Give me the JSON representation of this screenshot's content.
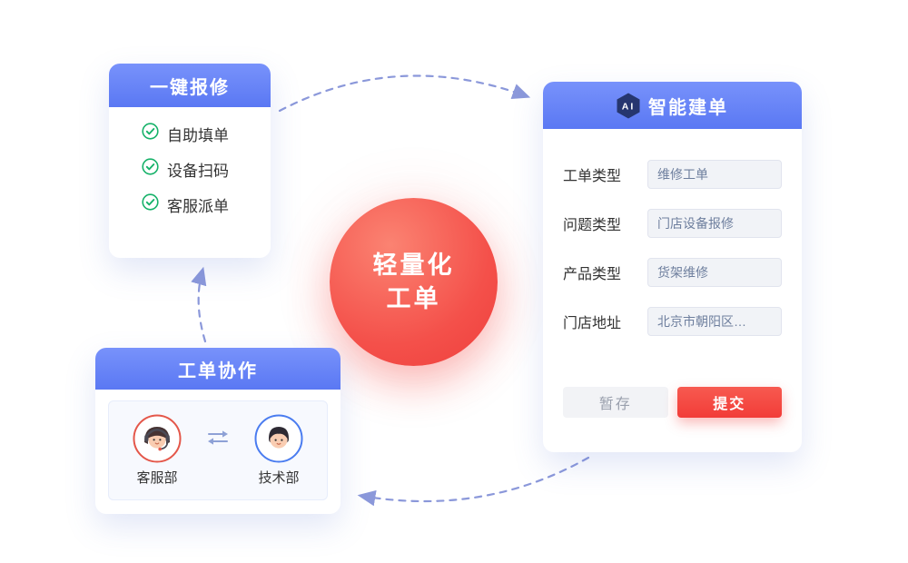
{
  "center_circle": {
    "line1": "轻量化",
    "line2": "工单"
  },
  "card_repair": {
    "title": "一键报修",
    "items": [
      {
        "label": "自助填单"
      },
      {
        "label": "设备扫码"
      },
      {
        "label": "客服派单"
      }
    ]
  },
  "card_ai": {
    "badge": "AI",
    "title": "智能建单",
    "fields": [
      {
        "label": "工单类型",
        "value": "维修工单"
      },
      {
        "label": "问题类型",
        "value": "门店设备报修"
      },
      {
        "label": "产品类型",
        "value": "货架维修"
      },
      {
        "label": "门店地址",
        "value": "北京市朝阳区…"
      }
    ],
    "save_label": "暂存",
    "submit_label": "提交"
  },
  "card_collab": {
    "title": "工单协作",
    "members": [
      {
        "label": "客服部"
      },
      {
        "label": "技术部"
      }
    ]
  },
  "colors": {
    "header_blue": "#5a78f3",
    "accent_red": "#f23c38",
    "check_green": "#17b26a",
    "arrow_blue": "#8b98da",
    "badge_navy": "#26366f"
  }
}
